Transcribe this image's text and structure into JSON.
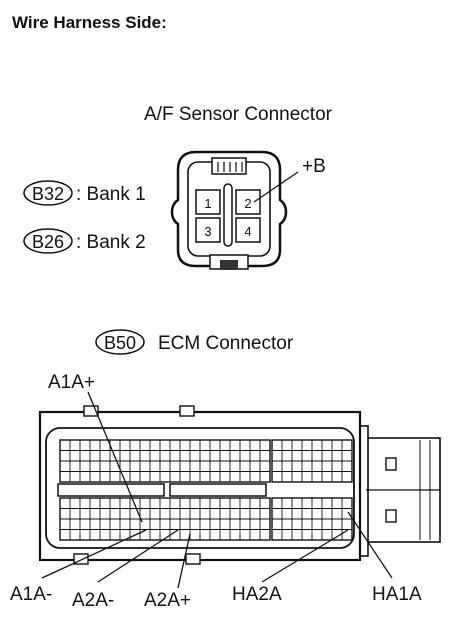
{
  "header": {
    "title": "Wire Harness Side:"
  },
  "sensor": {
    "caption": "A/F Sensor Connector",
    "positive_label": "+B",
    "pins": [
      "1",
      "2",
      "3",
      "4"
    ],
    "codes": [
      {
        "code": "B32",
        "desc": ": Bank 1"
      },
      {
        "code": "B26",
        "desc": ": Bank 2"
      }
    ]
  },
  "ecm": {
    "code": "B50",
    "caption": "ECM Connector",
    "labels": {
      "a1a_plus": "A1A+",
      "a1a_minus": "A1A-",
      "a2a_minus": "A2A-",
      "a2a_plus": "A2A+",
      "ha2a": "HA2A",
      "ha1a": "HA1A"
    }
  }
}
